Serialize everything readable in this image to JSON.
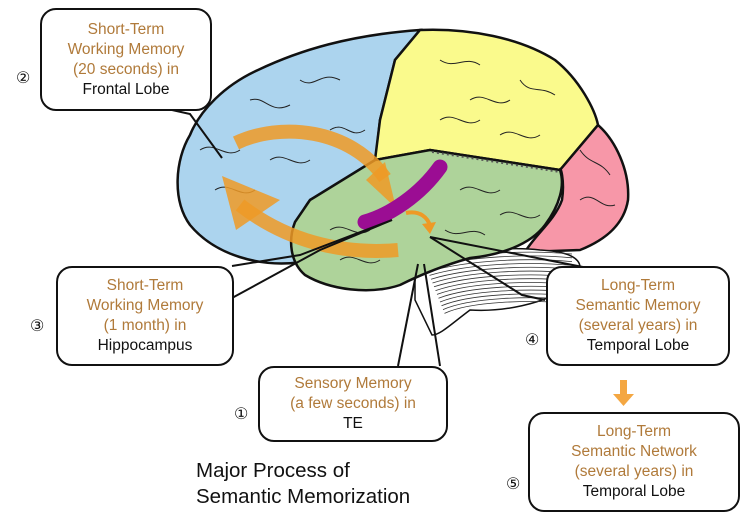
{
  "title": {
    "line1": "Major Process of",
    "line2": "Semantic Memorization"
  },
  "colors": {
    "frontal_lobe": "#acd4ee",
    "parietal_lobe": "#fafa8c",
    "occipital_lobe": "#f797a8",
    "temporal_lobe": "#aed39a",
    "hippocampus": "#9b0d93",
    "arrow": "#ee9a26",
    "label_orange": "#b07a3a"
  },
  "callouts": [
    {
      "id": "sensory",
      "number": "①",
      "lines": [
        "Sensory Memory",
        "(a few seconds) in"
      ],
      "location": "TE"
    },
    {
      "id": "frontal",
      "number": "②",
      "lines": [
        "Short-Term",
        "Working Memory",
        "(20 seconds) in"
      ],
      "location": "Frontal Lobe"
    },
    {
      "id": "hippocampus",
      "number": "③",
      "lines": [
        "Short-Term",
        "Working Memory",
        "(1 month) in"
      ],
      "location": "Hippocampus"
    },
    {
      "id": "temporal-memory",
      "number": "④",
      "lines": [
        "Long-Term",
        "Semantic Memory",
        "(several years) in"
      ],
      "location": "Temporal Lobe"
    },
    {
      "id": "temporal-network",
      "number": "⑤",
      "lines": [
        "Long-Term",
        "Semantic Network",
        "(several years) in"
      ],
      "location": "Temporal Lobe"
    }
  ],
  "brain_regions": [
    "frontal-lobe",
    "parietal-lobe",
    "occipital-lobe",
    "temporal-lobe",
    "cerebellum",
    "hippocampus"
  ]
}
